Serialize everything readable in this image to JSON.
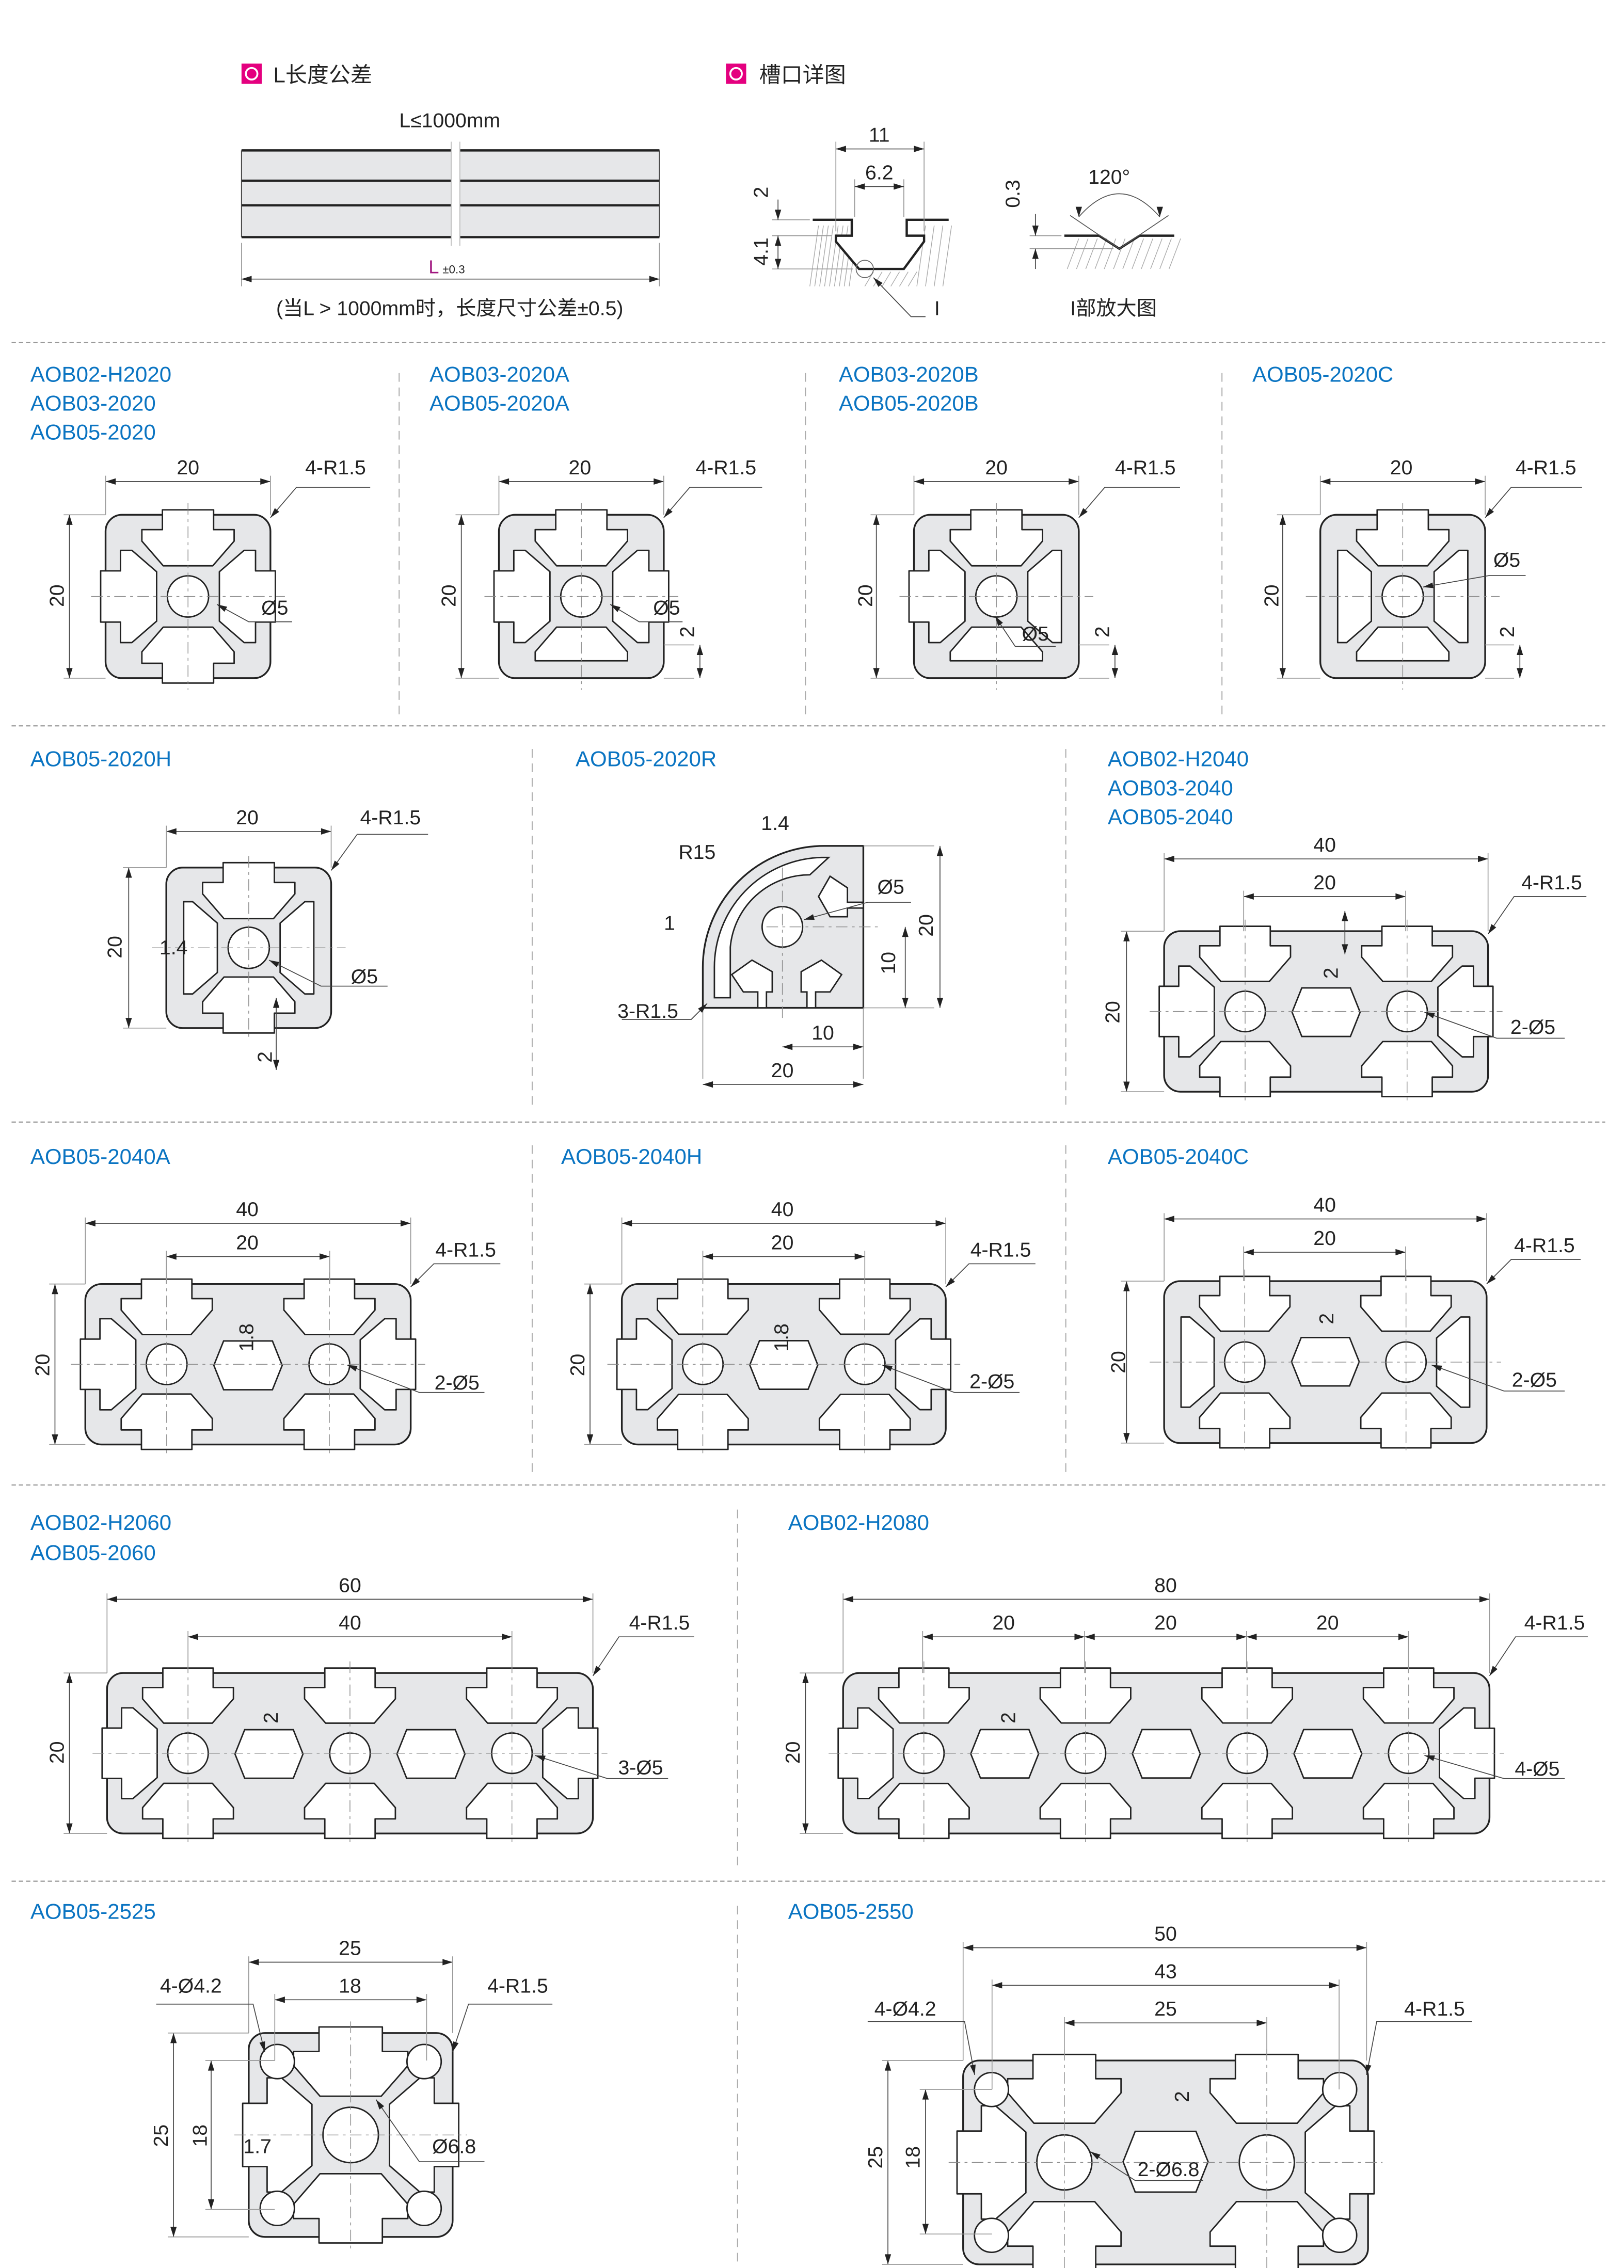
{
  "colors": {
    "accent_pink": "#e4007f",
    "title_blue": "#0a74c2",
    "tolerance_magenta": "#a0167f",
    "profile_fill": "#e6e7e9",
    "outline": "#222222"
  },
  "header": {
    "section1_title": "L长度公差",
    "section2_title": "槽口详图",
    "length_label": "L≤1000mm",
    "tolerance_letter": "L",
    "tolerance_value": "±0.3",
    "note": "(当L > 1000mm时，长度尺寸公差±0.5)",
    "slot_dims": [
      "11",
      "6.2",
      "2",
      "4.1",
      "I"
    ],
    "detail_dims": [
      "0.3",
      "120°"
    ],
    "detail_caption": "I部放大图"
  },
  "profiles": [
    {
      "titles": [
        "AOB02-H2020",
        "AOB03-2020",
        "AOB05-2020"
      ],
      "dims": [
        "20",
        "4-R1.5",
        "20",
        "Ø5"
      ]
    },
    {
      "titles": [
        "AOB03-2020A",
        "AOB05-2020A"
      ],
      "dims": [
        "20",
        "4-R1.5",
        "20",
        "Ø5",
        "2"
      ]
    },
    {
      "titles": [
        "AOB03-2020B",
        "AOB05-2020B"
      ],
      "dims": [
        "20",
        "4-R1.5",
        "20",
        "Ø5",
        "2"
      ]
    },
    {
      "titles": [
        "AOB05-2020C"
      ],
      "dims": [
        "20",
        "4-R1.5",
        "20",
        "Ø5",
        "2"
      ]
    },
    {
      "titles": [
        "AOB05-2020H"
      ],
      "dims": [
        "20",
        "4-R1.5",
        "20",
        "1.4",
        "Ø5",
        "2"
      ]
    },
    {
      "titles": [
        "AOB05-2020R"
      ],
      "dims": [
        "1.4",
        "R15",
        "Ø5",
        "1",
        "20",
        "10",
        "3-R1.5",
        "10",
        "20"
      ]
    },
    {
      "titles": [
        "AOB02-H2040",
        "AOB03-2040",
        "AOB05-2040"
      ],
      "dims": [
        "40",
        "20",
        "4-R1.5",
        "2",
        "20",
        "2-Ø5"
      ]
    },
    {
      "titles": [
        "AOB05-2040A"
      ],
      "dims": [
        "40",
        "20",
        "4-R1.5",
        "1.8",
        "20",
        "2-Ø5"
      ]
    },
    {
      "titles": [
        "AOB05-2040H"
      ],
      "dims": [
        "40",
        "20",
        "4-R1.5",
        "1.8",
        "20",
        "2-Ø5"
      ]
    },
    {
      "titles": [
        "AOB05-2040C"
      ],
      "dims": [
        "40",
        "20",
        "4-R1.5",
        "2",
        "20",
        "2-Ø5"
      ]
    },
    {
      "titles": [
        "AOB02-H2060",
        "AOB05-2060"
      ],
      "dims": [
        "60",
        "40",
        "4-R1.5",
        "2",
        "20",
        "3-Ø5"
      ]
    },
    {
      "titles": [
        "AOB02-H2080"
      ],
      "dims": [
        "80",
        "20",
        "20",
        "20",
        "4-R1.5",
        "2",
        "20",
        "4-Ø5"
      ]
    },
    {
      "titles": [
        "AOB05-2525"
      ],
      "dims": [
        "25",
        "18",
        "4-Ø4.2",
        "4-R1.5",
        "25",
        "18",
        "1.7",
        "Ø6.8"
      ]
    },
    {
      "titles": [
        "AOB05-2550"
      ],
      "dims": [
        "50",
        "43",
        "25",
        "4-Ø4.2",
        "4-R1.5",
        "2",
        "25",
        "18",
        "2-Ø6.8"
      ]
    }
  ]
}
